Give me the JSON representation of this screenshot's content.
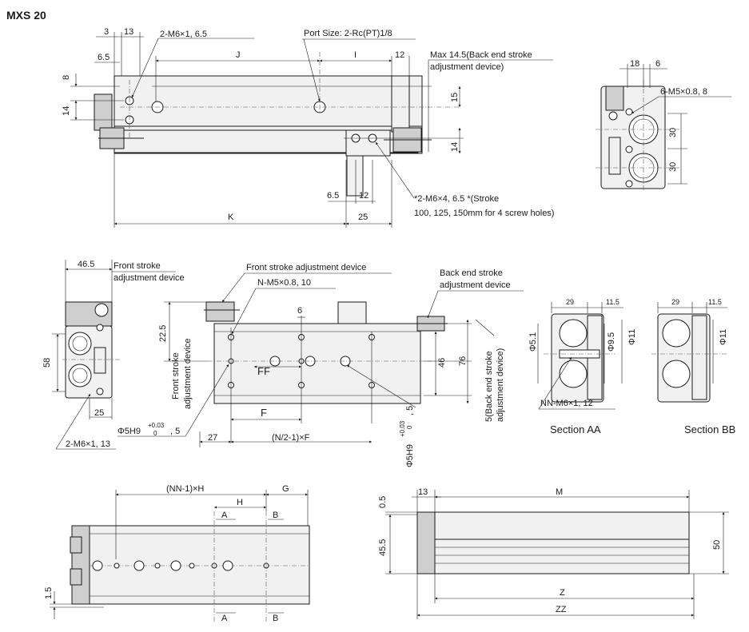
{
  "title": "MXS 20",
  "labels": {
    "top_3": "3",
    "top_13": "13",
    "m6_65": "2-M6×1, 6.5",
    "port": "Port Size: 2-Rc(PT)1/8",
    "d65": "6.5",
    "J": "J",
    "I": "I",
    "d12": "12",
    "max145_1": "Max 14.5(Back end stroke",
    "max145_2": "adjustment device)",
    "d8": "8",
    "d14a": "14",
    "d15": "15",
    "d14b": "14",
    "d65b": "6.5",
    "d12b": "12",
    "m6x4_1": "*2-M6×4, 6.5 *(Stroke",
    "m6x4_2": "100, 125, 150mm for 4 screw holes)",
    "K": "K",
    "d25": "25",
    "r18": "18",
    "r6": "6",
    "m5": "6-M5×0.8, 8",
    "r30a": "30",
    "r30b": "30",
    "d465": "46.5",
    "fsa1": "Front stroke",
    "fsa2": "adjustment device",
    "d58": "58",
    "d25b": "25",
    "m6x13": "2-M6×1, 13",
    "fsad": "Front stroke adjustment device",
    "nm5": "N-M5×0.8, 10",
    "d6": "6",
    "bsa1": "Back end stroke",
    "bsa2": "adjustment device",
    "d225": "22.5",
    "fsv1": "Front stroke",
    "fsv2": "adjustment device",
    "FF": "FF",
    "F": "F",
    "d46": "46",
    "d76": "76",
    "b5_1": "5(Back end stroke",
    "b5_2": "adjustment device)",
    "phi5a": "Φ5H9",
    "tolA": "+0.03",
    "tolA0": "0",
    "phi5a_d": ", 5",
    "d27": "27",
    "n2f": "(N/2-1)×F",
    "phi5b": "Φ5H9",
    "tolB": "+0.03",
    "tolB0": "0",
    "phi5b_d": ", 5",
    "sa29": "29",
    "sa115": "11.5",
    "phi51": "Φ5.1",
    "phi95": "Φ9.5",
    "phi11a": "Φ11",
    "nnm6": "NN-M6×1, 12",
    "secA": "Section AA",
    "sb29": "29",
    "sb115": "11.5",
    "phi11b": "Φ11",
    "secB": "Section BB",
    "nnh": "(NN-1)×H",
    "G": "G",
    "H": "H",
    "A1": "A",
    "B1": "B",
    "A2": "A",
    "B2": "B",
    "d15b": "1.5",
    "d13": "13",
    "M": "M",
    "d05": "0.5",
    "d455": "45.5",
    "d50": "50",
    "Z": "Z",
    "ZZ": "ZZ"
  }
}
